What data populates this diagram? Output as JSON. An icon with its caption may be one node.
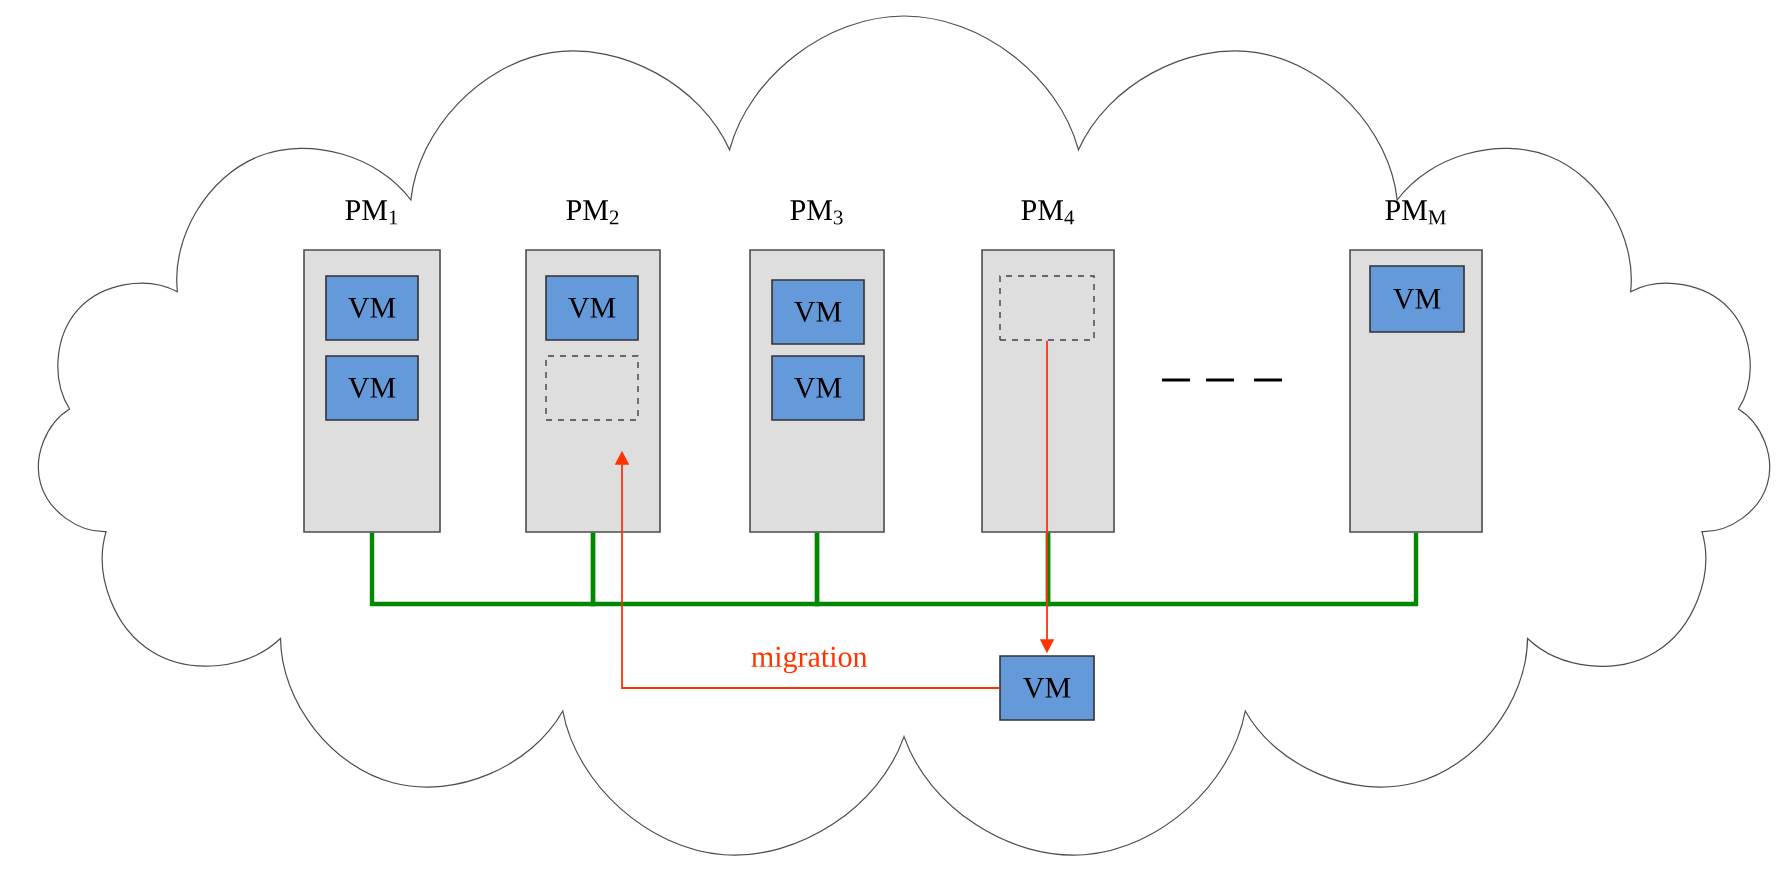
{
  "diagram": {
    "nodes": [
      {
        "text": [],
        "shape": "cloud"
      },
      {
        "text": [
          "PM$_{1}$"
        ],
        "in": 0
      },
      {
        "text": [
          "VM"
        ],
        "in": 1
      },
      {
        "text": [
          "VM"
        ],
        "in": 1
      },
      {
        "text": [
          "PM$_{2}$"
        ],
        "in": 0
      },
      {
        "text": [
          "VM"
        ],
        "in": 4
      },
      {
        "text": [],
        "shape": "box",
        "in": 4
      },
      {
        "text": [
          "PM$_{3}$"
        ],
        "in": 0
      },
      {
        "text": [
          "VM"
        ],
        "in": 7
      },
      {
        "text": [
          "VM"
        ],
        "in": 7
      },
      {
        "text": [
          "PM$_{4}$"
        ],
        "in": 0
      },
      {
        "text": [],
        "shape": "box",
        "in": 10
      },
      {
        "text": [
          "PM$_{M}$"
        ],
        "in": 0
      },
      {
        "text": [
          "VM"
        ],
        "in": 12
      },
      {
        "text": [
          "VM"
        ],
        "in": 0
      }
    ],
    "edges": [
      {
        "from": 1,
        "to": 4,
        "arrow": "none"
      },
      {
        "from": 4,
        "to": 7,
        "arrow": "none"
      },
      {
        "from": 7,
        "to": 10,
        "arrow": "none"
      },
      {
        "from": 10,
        "to": 12,
        "arrow": "none"
      },
      {
        "from": 11,
        "to": 14,
        "arrow": "to",
        "color": "#ff3300"
      },
      {
        "from": 14,
        "to": 6,
        "arrow": "to",
        "label": "migration",
        "color": "#ff3300"
      }
    ]
  }
}
